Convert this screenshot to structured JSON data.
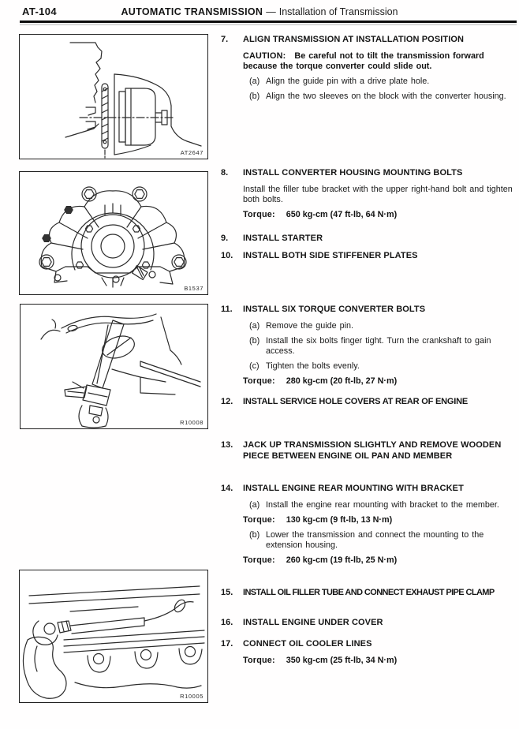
{
  "header": {
    "page_number": "AT-104",
    "section_title": "AUTOMATIC TRANSMISSION",
    "separator": "—",
    "subsection": "Installation of Transmission"
  },
  "figures": [
    {
      "code": "AT2647",
      "alt": "Cross-section: transmission aligned at installation position against engine block"
    },
    {
      "code": "B1537",
      "alt": "Converter housing front view with mounting bolts"
    },
    {
      "code": "R10008",
      "alt": "Installing torque converter bolts with socket extension"
    },
    {
      "code": "R10005",
      "alt": "Connecting oil cooler lines with wrench at oil pan"
    }
  ],
  "steps": [
    {
      "num": "7.",
      "title": "ALIGN TRANSMISSION AT INSTALLATION POSITION",
      "parts": [
        {
          "type": "caution",
          "label": "CAUTION:",
          "text": "Be careful not to tilt the transmission forward because the torque converter could slide out."
        },
        {
          "type": "item",
          "label": "(a)",
          "text": "Align the guide pin with a drive plate hole."
        },
        {
          "type": "item",
          "label": "(b)",
          "text": "Align the two sleeves on the block with the converter housing."
        }
      ]
    },
    {
      "num": "8.",
      "title": "INSTALL CONVERTER HOUSING MOUNTING BOLTS",
      "parts": [
        {
          "type": "para",
          "text": "Install the filler tube bracket with the upper right-hand bolt and tighten both bolts."
        },
        {
          "type": "torque",
          "label": "Torque:",
          "value": "650 kg-cm (47 ft-lb, 64 N·m)"
        }
      ]
    },
    {
      "num": "9.",
      "title": "INSTALL STARTER",
      "parts": []
    },
    {
      "num": "10.",
      "title": "INSTALL BOTH SIDE STIFFENER PLATES",
      "parts": []
    },
    {
      "num": "11.",
      "title": "INSTALL SIX TORQUE CONVERTER BOLTS",
      "parts": [
        {
          "type": "item",
          "label": "(a)",
          "text": "Remove the guide pin."
        },
        {
          "type": "item",
          "label": "(b)",
          "text": "Install the six bolts finger tight. Turn the crankshaft to gain access."
        },
        {
          "type": "item",
          "label": "(c)",
          "text": "Tighten the bolts evenly."
        },
        {
          "type": "torque",
          "label": "Torque:",
          "value": "280 kg-cm (20 ft-lb, 27 N·m)"
        }
      ]
    },
    {
      "num": "12.",
      "title": "INSTALL SERVICE HOLE COVERS AT REAR OF ENGINE",
      "parts": []
    },
    {
      "num": "13.",
      "title": "JACK UP TRANSMISSION SLIGHTLY AND REMOVE WOODEN PIECE BETWEEN ENGINE OIL PAN AND MEMBER",
      "parts": []
    },
    {
      "num": "14.",
      "title": "INSTALL ENGINE REAR MOUNTING WITH BRACKET",
      "parts": [
        {
          "type": "item",
          "label": "(a)",
          "text": "Install the engine rear mounting with bracket to the member."
        },
        {
          "type": "torque",
          "label": "Torque:",
          "value": "130 kg-cm (9 ft-lb, 13 N·m)"
        },
        {
          "type": "item",
          "label": "(b)",
          "text": "Lower the transmission and connect the mounting to the extension housing."
        },
        {
          "type": "torque",
          "label": "Torque:",
          "value": "260 kg-cm (19 ft-lb, 25 N·m)"
        }
      ]
    },
    {
      "num": "15.",
      "title": "INSTALL OIL FILLER TUBE AND CONNECT EXHAUST PIPE CLAMP",
      "parts": []
    },
    {
      "num": "16.",
      "title": "INSTALL ENGINE UNDER COVER",
      "parts": []
    },
    {
      "num": "17.",
      "title": "CONNECT OIL COOLER LINES",
      "parts": [
        {
          "type": "torque",
          "label": "Torque:",
          "value": "350 kg-cm (25 ft-lb, 34 N·m)"
        }
      ]
    }
  ]
}
